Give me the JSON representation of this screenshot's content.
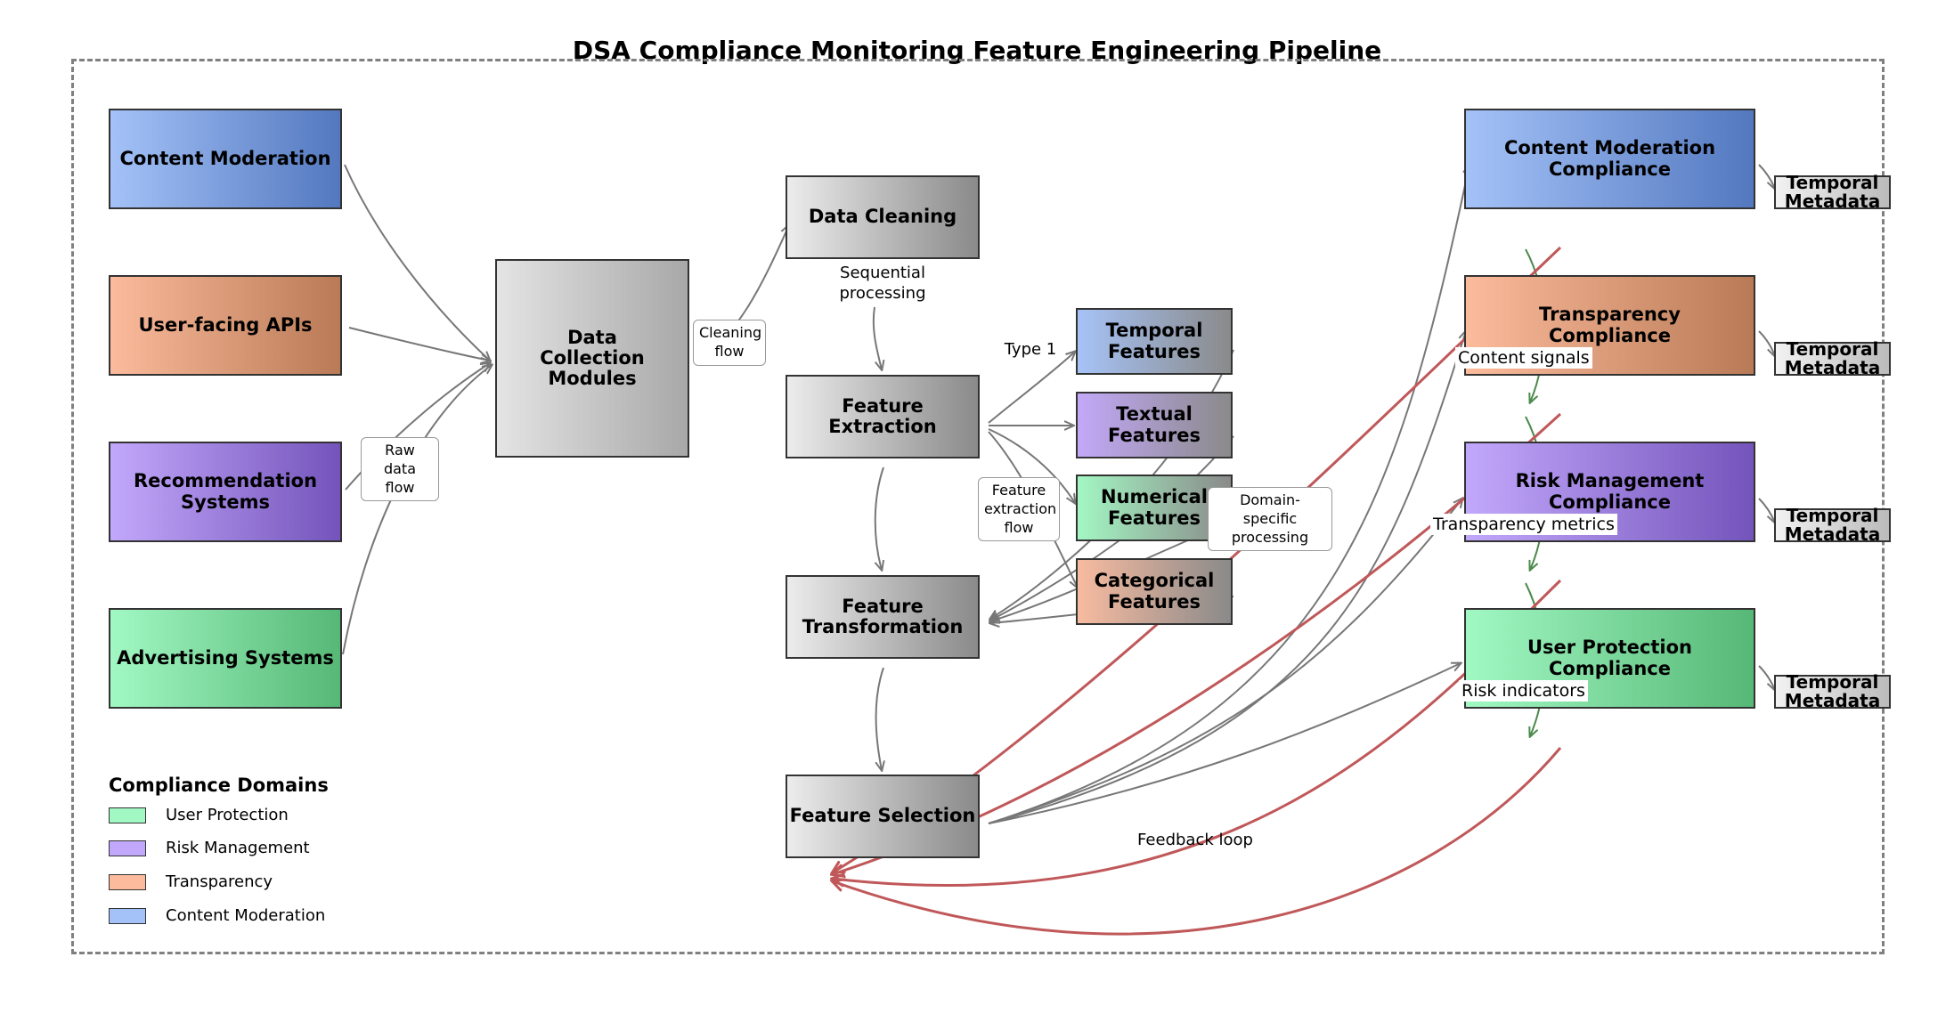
{
  "title": "DSA Compliance Monitoring Feature Engineering Pipeline",
  "sources": [
    {
      "label": "Content Moderation"
    },
    {
      "label": "User-facing APIs"
    },
    {
      "label": "Recommendation Systems"
    },
    {
      "label": "Advertising Systems"
    }
  ],
  "data_collection": {
    "label": "Data\nCollection\nModules"
  },
  "pipeline": {
    "cleaning": "Data Cleaning",
    "extraction": "Feature Extraction",
    "transformation": "Feature Transformation",
    "selection": "Feature Selection"
  },
  "feature_types": [
    {
      "label": "Temporal\nFeatures"
    },
    {
      "label": "Textual\nFeatures"
    },
    {
      "label": "Numerical\nFeatures"
    },
    {
      "label": "Categorical\nFeatures"
    }
  ],
  "compliance": [
    {
      "label": "Content Moderation\nCompliance"
    },
    {
      "label": "Transparency\nCompliance"
    },
    {
      "label": "Risk Management\nCompliance"
    },
    {
      "label": "User Protection\nCompliance"
    }
  ],
  "temporal_metadata": "Temporal\nMetadata",
  "edge_labels": {
    "raw_data_flow": "Raw data\nflow",
    "cleaning_flow": "Cleaning\nflow",
    "sequential": "Sequential\nprocessing",
    "type1": "Type 1",
    "feature_extraction_flow": "Feature\nextraction\nflow",
    "domain_specific": "Domain-specific\nprocessing",
    "content_signals": "Content signals",
    "transparency_metrics": "Transparency metrics",
    "risk_indicators": "Risk indicators",
    "feedback_loop": "Feedback loop"
  },
  "legend": {
    "title": "Compliance Domains",
    "items": [
      {
        "label": "User Protection",
        "color": "#a1f8c3"
      },
      {
        "label": "Risk Management",
        "color": "#c2a8fb"
      },
      {
        "label": "Transparency",
        "color": "#fbbb9c"
      },
      {
        "label": "Content Moderation",
        "color": "#a4c2f8"
      }
    ]
  },
  "colors": {
    "edge": "#777777",
    "feedback": "#c0585a",
    "compliance_link": "#4a8a4a"
  }
}
